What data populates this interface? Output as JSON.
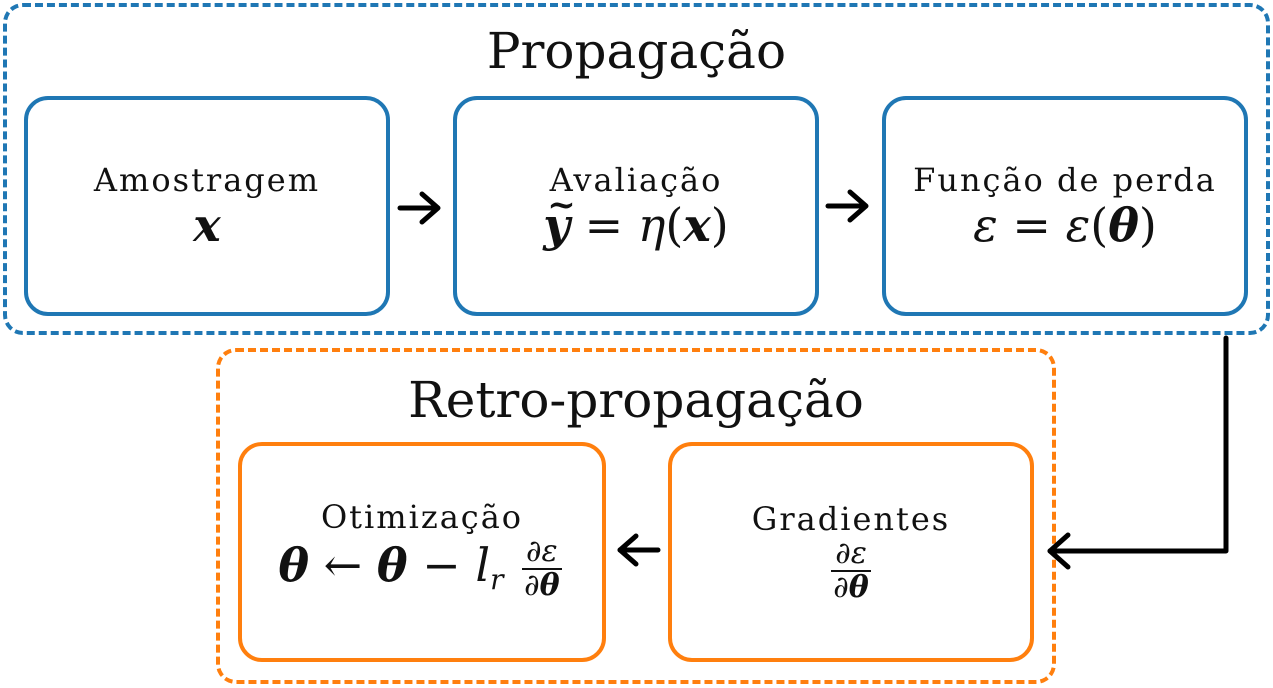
{
  "propagation": {
    "title": "Propagação",
    "boxes": {
      "sampling": {
        "label": "Amostragem",
        "var": "x"
      },
      "evaluation": {
        "label": "Avaliação",
        "lhs": "y",
        "tilde": "~",
        "eq": " = ",
        "func": "η",
        "arg": "x",
        "paren_open": "(",
        "paren_close": ")"
      },
      "loss": {
        "label": "Função de perda",
        "lhs": "ε",
        "eq": " = ",
        "func": "ε",
        "arg": "θ",
        "paren_open": "(",
        "paren_close": ")"
      }
    }
  },
  "backpropagation": {
    "title": "Retro-propagação",
    "boxes": {
      "optimization": {
        "label": "Otimização",
        "theta": "θ",
        "arrow": " ← ",
        "theta2": "θ",
        "minus": " − ",
        "lr": "l",
        "lr_sub": "r",
        "num": "∂ε",
        "den_d": "∂",
        "den_var": "θ"
      },
      "gradients": {
        "label": "Gradientes",
        "num": "∂ε",
        "den_d": "∂",
        "den_var": "θ"
      }
    }
  },
  "colors": {
    "propagation": "#1f77b4",
    "backpropagation": "#ff7f0e",
    "arrows": "#000000"
  }
}
